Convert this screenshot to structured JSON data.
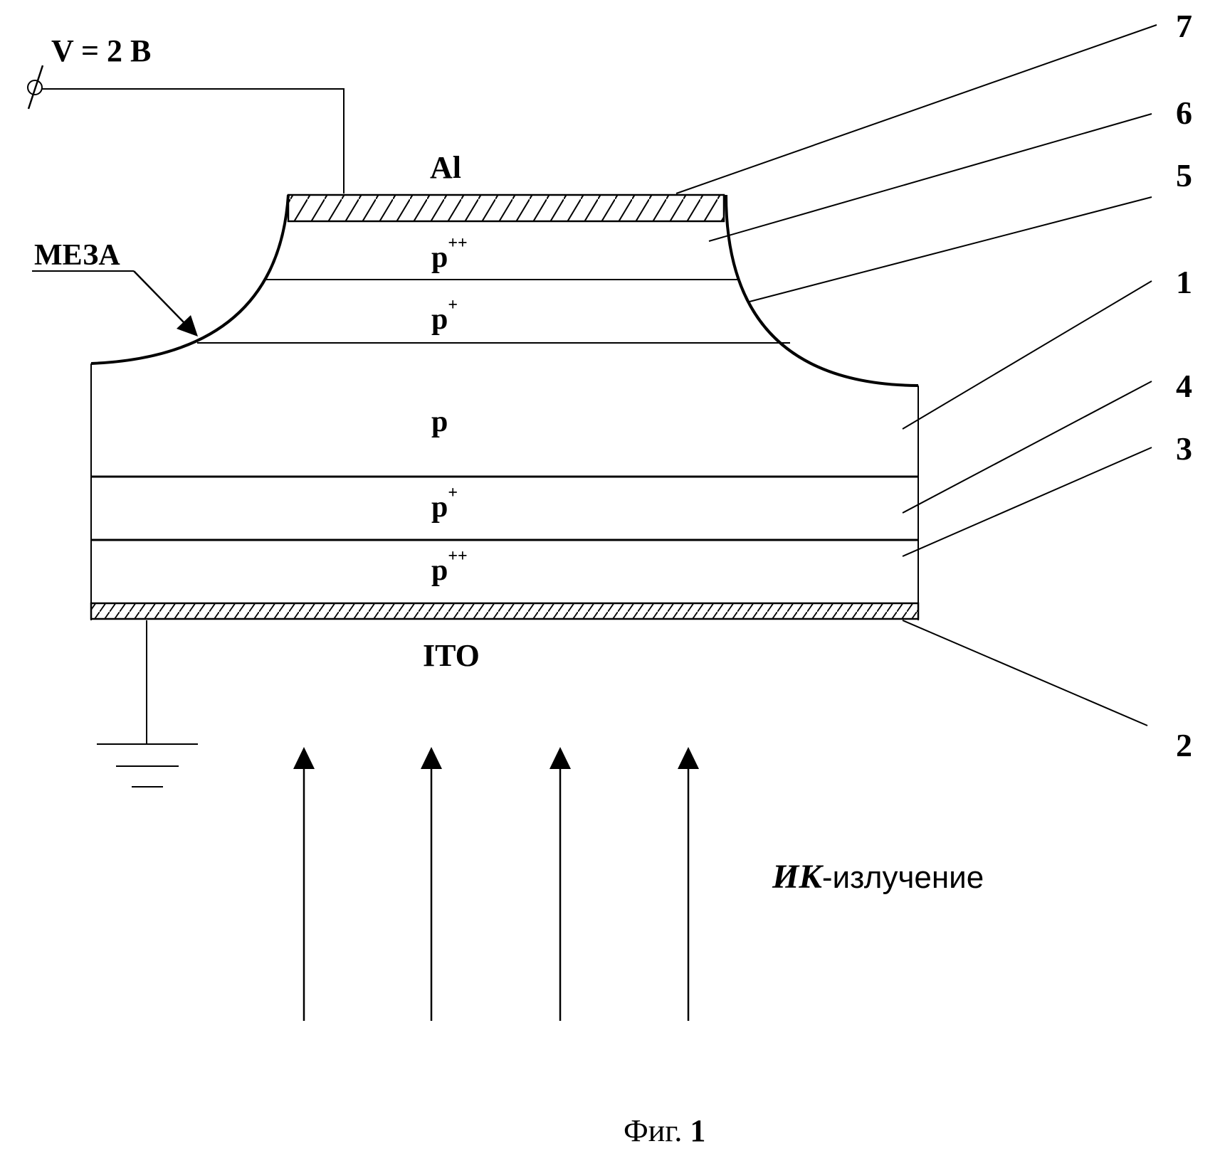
{
  "voltage_label": "V = 2 B",
  "mesa_label": "МЕЗА",
  "top_contact_label": "Al",
  "bottom_contact_label": "ITO",
  "layers": {
    "top_ppp": {
      "base": "p",
      "sup": "++"
    },
    "top_pp": {
      "base": "p",
      "sup": "+"
    },
    "p": {
      "base": "p"
    },
    "bottom_pp": {
      "base": "p",
      "sup": "+"
    },
    "bottom_ppp": {
      "base": "p",
      "sup": "++"
    }
  },
  "callouts": {
    "n7": "7",
    "n6": "6",
    "n5": "5",
    "n1": "1",
    "n4": "4",
    "n3": "3",
    "n2": "2"
  },
  "ir_label": {
    "emph": "ИК",
    "rest": "-излучение"
  },
  "caption": {
    "prefix": "Фиг.",
    "number": "1"
  },
  "colors": {
    "ink": "#000000",
    "background": "#ffffff"
  }
}
